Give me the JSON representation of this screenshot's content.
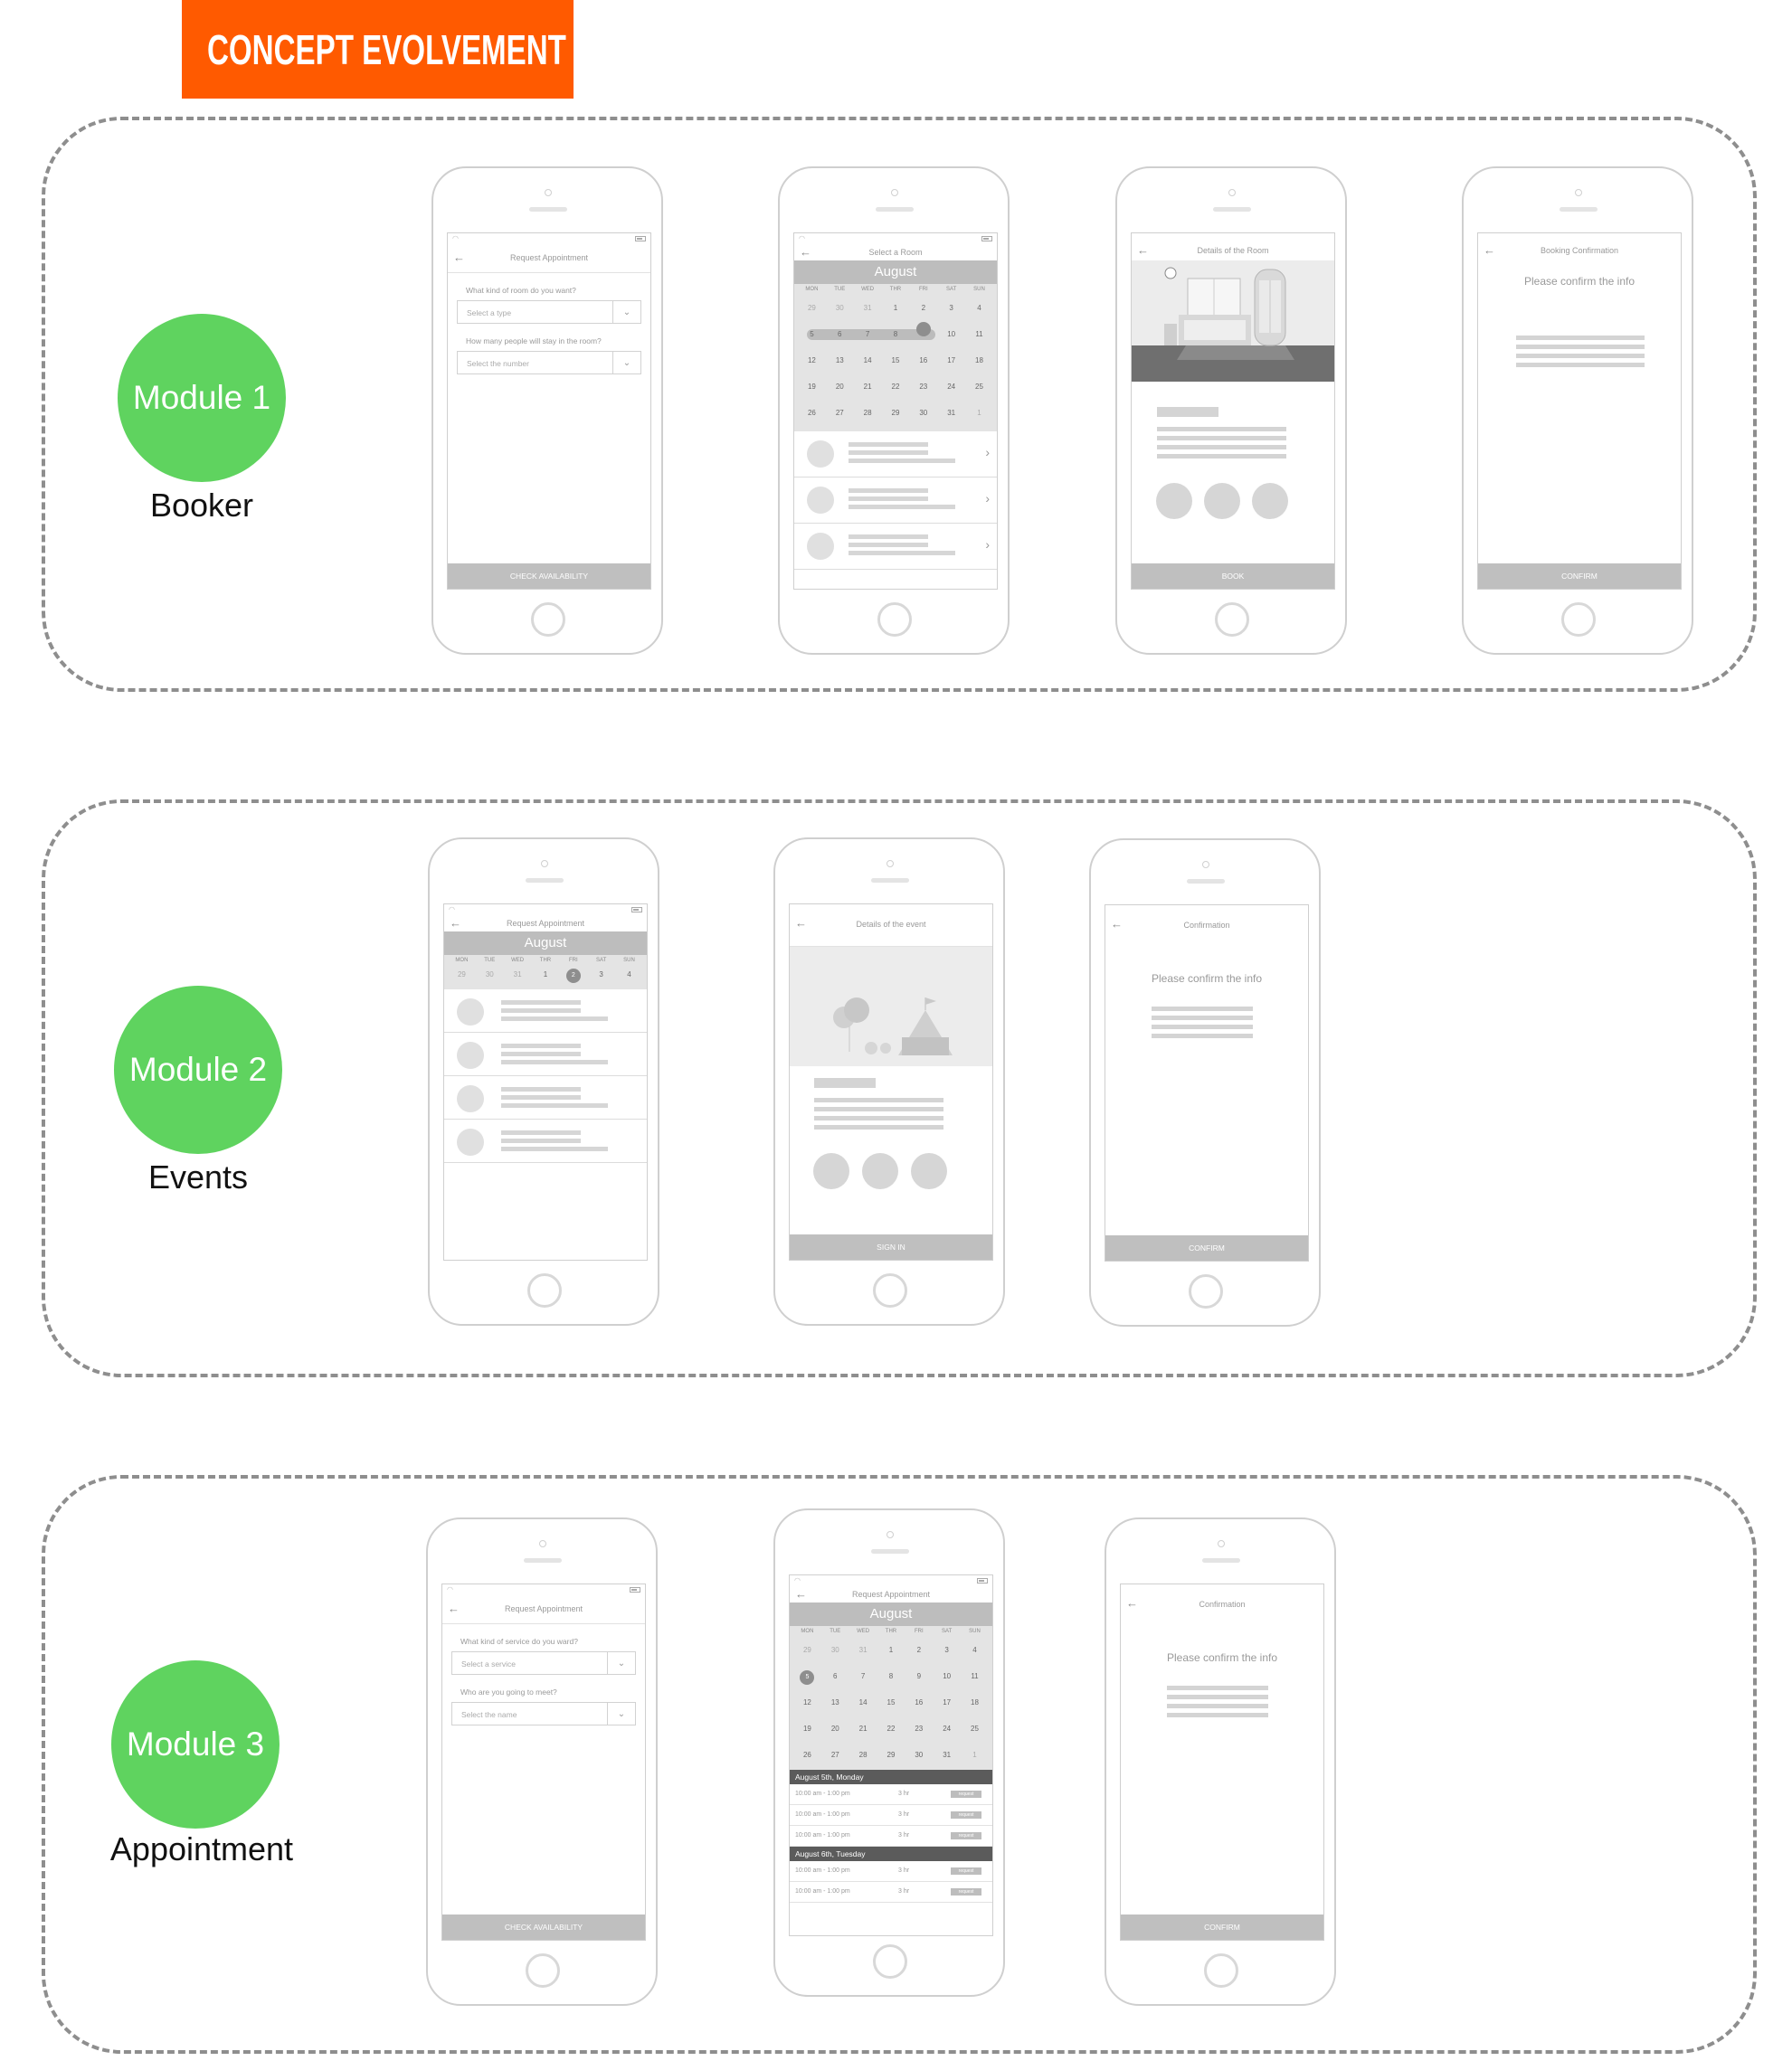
{
  "header": {
    "title": "CONCEPT EVOLVEMENT"
  },
  "colors": {
    "accent": "#ff5a00",
    "module": "#5fd35f",
    "frame": "#8e8e8e"
  },
  "modules": [
    {
      "badge": "Module 1",
      "name": "Booker"
    },
    {
      "badge": "Module 2",
      "name": "Events"
    },
    {
      "badge": "Module 3",
      "name": "Appointment"
    }
  ],
  "m1": {
    "s1": {
      "title": "Request Appointment",
      "q1": "What kind of room do you want?",
      "p1": "Select a type",
      "q2": "How many people will stay in the room?",
      "p2": "Select the number",
      "button": "CHECK AVAILABILITY"
    },
    "s2": {
      "title": "Select a Room",
      "month": "August"
    },
    "s3": {
      "title": "Details of the Room",
      "button": "BOOK"
    },
    "s4": {
      "title": "Booking Confirmation",
      "message": "Please confirm the info",
      "button": "CONFIRM"
    }
  },
  "m2": {
    "s1": {
      "title": "Request Appointment",
      "month": "August"
    },
    "s2": {
      "title": "Details of the event",
      "button": "SIGN IN"
    },
    "s3": {
      "title": "Confirmation",
      "message": "Please confirm the info",
      "button": "CONFIRM"
    }
  },
  "m3": {
    "s1": {
      "title": "Request Appointment",
      "q1": "What kind of service do you ward?",
      "p1": "Select a service",
      "q2": "Who are you going to meet?",
      "p2": "Select the name",
      "button": "CHECK AVAILABILITY"
    },
    "s2": {
      "title": "Request Appointment",
      "month": "August",
      "day1": "August 5th, Monday",
      "day2": "August 6th, Tuesday",
      "slot": "10:00 am - 1:00 pm",
      "dur": "3 hr",
      "req": "request"
    },
    "s3": {
      "title": "Confirmation",
      "message": "Please confirm the info",
      "button": "CONFIRM"
    }
  },
  "calendar": {
    "days": [
      "MON",
      "TUE",
      "WED",
      "THR",
      "FRI",
      "SAT",
      "SUN"
    ],
    "row1": [
      "29",
      "30",
      "31",
      "1",
      "2",
      "3",
      "4"
    ],
    "row2": [
      "5",
      "6",
      "7",
      "8",
      "9",
      "10",
      "11"
    ],
    "row3": [
      "12",
      "13",
      "14",
      "15",
      "16",
      "17",
      "18"
    ],
    "row4": [
      "19",
      "20",
      "21",
      "22",
      "23",
      "24",
      "25"
    ],
    "row5": [
      "26",
      "27",
      "28",
      "29",
      "30",
      "31",
      "1"
    ]
  },
  "icons": {
    "back": "arrow-left-icon",
    "chevron": "chevron-right-icon",
    "dropdown": "chevron-down-icon"
  }
}
